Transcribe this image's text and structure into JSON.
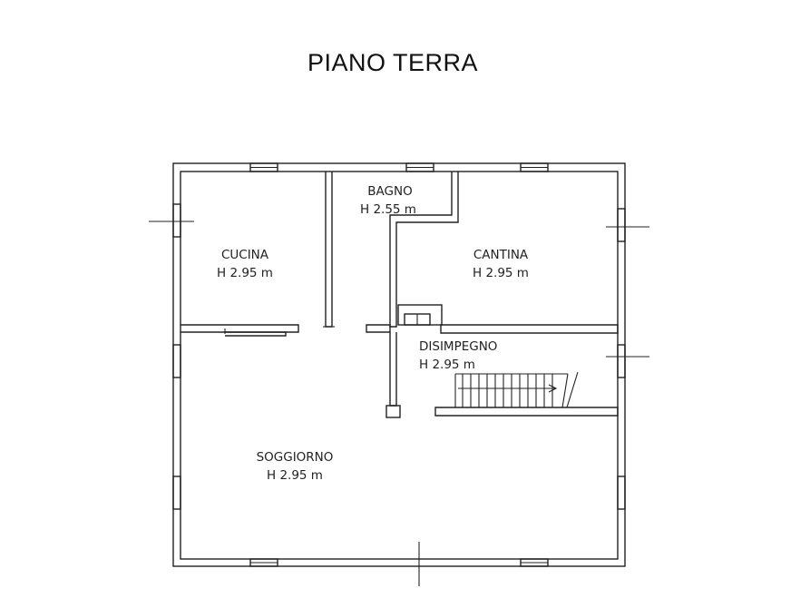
{
  "title": "PIANO TERRA",
  "rooms": {
    "cucina": {
      "name": "CUCINA",
      "height": "H 2.95 m"
    },
    "bagno": {
      "name": "BAGNO",
      "height": "H 2.55 m"
    },
    "cantina": {
      "name": "CANTINA",
      "height": "H 2.95 m"
    },
    "disimpegno": {
      "name": "DISIMPEGNO",
      "height": "H 2.95 m"
    },
    "soggiorno": {
      "name": "SOGGIORNO",
      "height": "H 2.95 m"
    }
  }
}
